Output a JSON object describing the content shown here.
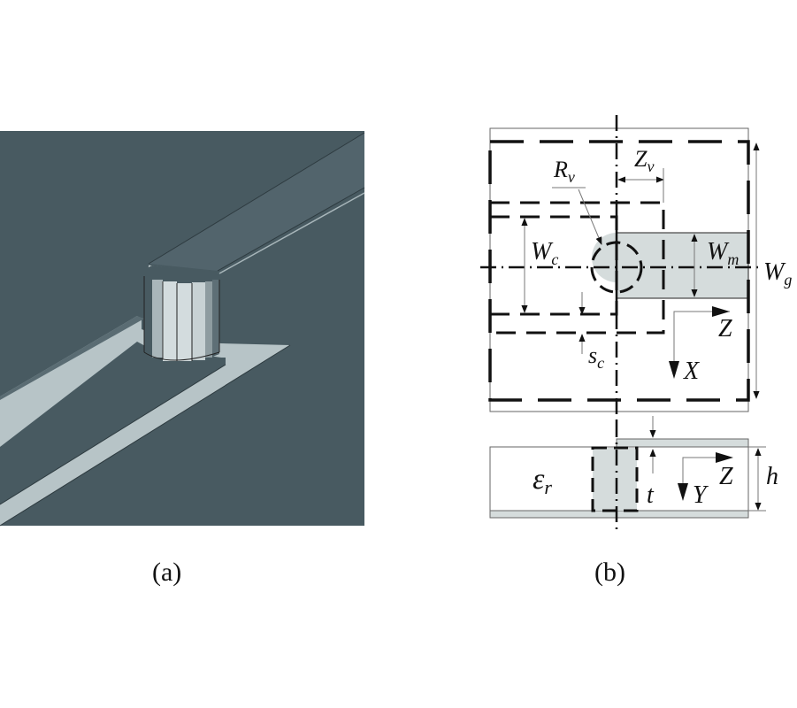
{
  "figure": {
    "panels": [
      {
        "id": "a",
        "caption": "(a)",
        "description": "3D view of via transition from stripline to coplanar/microstrip line"
      },
      {
        "id": "b",
        "caption": "(b)",
        "top_view": {
          "labels": {
            "Rv": {
              "main": "R",
              "sub": "v"
            },
            "Zv": {
              "main": "Z",
              "sub": "v"
            },
            "Wc": {
              "main": "W",
              "sub": "c"
            },
            "Wm": {
              "main": "W",
              "sub": "m"
            },
            "Wg": {
              "main": "W",
              "sub": "g"
            },
            "sc": {
              "main": "s",
              "sub": "c"
            },
            "axis_z": "Z",
            "axis_x": "X"
          }
        },
        "side_view": {
          "labels": {
            "epsilon": {
              "main": "ε",
              "sub": "r"
            },
            "t": "t",
            "h": "h",
            "axis_z": "Z",
            "axis_y": "Y"
          }
        }
      }
    ],
    "colors": {
      "model_bg": "#485a61",
      "model_strip": "#52646c",
      "model_slot": "#b7c4c7",
      "via_light": "#d3dcde",
      "via_mid": "#a9b6ba",
      "metal_fill": "#d5dcdc",
      "line": "#111111",
      "thin": "#777777"
    }
  }
}
